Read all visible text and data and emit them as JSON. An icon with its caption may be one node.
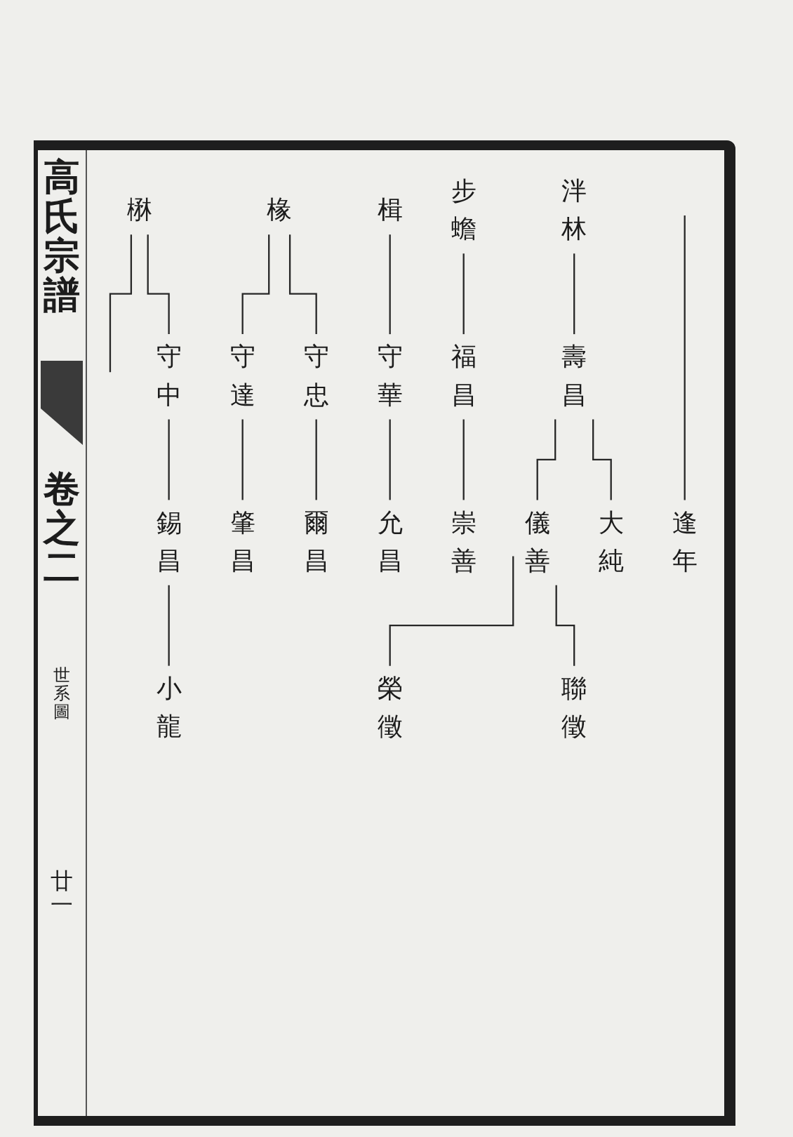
{
  "diagram": {
    "title": "高氏宗譜",
    "nodes": [
      {
        "text": [
          "泮林"
        ]
      },
      {
        "text": [
          "步蟾"
        ]
      },
      {
        "text": [
          "楫"
        ]
      },
      {
        "text": [
          "椽"
        ]
      },
      {
        "text": [
          "楙"
        ]
      },
      {
        "text": [
          "壽昌"
        ]
      },
      {
        "text": [
          "福昌"
        ]
      },
      {
        "text": [
          "守華"
        ]
      },
      {
        "text": [
          "守忠"
        ]
      },
      {
        "text": [
          "守達"
        ]
      },
      {
        "text": [
          "守中"
        ]
      },
      {
        "text": [
          "逢年"
        ]
      },
      {
        "text": [
          "大純"
        ]
      },
      {
        "text": [
          "儀善"
        ]
      },
      {
        "text": [
          "崇善"
        ]
      },
      {
        "text": [
          "允昌"
        ]
      },
      {
        "text": [
          "爾昌"
        ]
      },
      {
        "text": [
          "肇昌"
        ]
      },
      {
        "text": [
          "錫昌"
        ]
      },
      {
        "text": [
          "聯徵"
        ]
      },
      {
        "text": [
          "榮徵"
        ]
      },
      {
        "text": [
          "小龍"
        ]
      }
    ],
    "edges": [
      {
        "from": 0,
        "to": 5,
        "arrow": "none"
      },
      {
        "from": 1,
        "to": 6,
        "arrow": "none"
      },
      {
        "from": 2,
        "to": 7,
        "arrow": "none"
      },
      {
        "from": 3,
        "to": 9,
        "arrow": "none"
      },
      {
        "from": 3,
        "to": 8,
        "arrow": "none"
      },
      {
        "from": 4,
        "to": null,
        "arrow": "none"
      },
      {
        "from": 4,
        "to": 10,
        "arrow": "none"
      },
      {
        "from": null,
        "to": 11,
        "arrow": "none"
      },
      {
        "from": 5,
        "to": 13,
        "arrow": "none"
      },
      {
        "from": 5,
        "to": 12,
        "arrow": "none"
      },
      {
        "from": 6,
        "to": 14,
        "arrow": "none"
      },
      {
        "from": 7,
        "to": 15,
        "arrow": "none"
      },
      {
        "from": 8,
        "to": 16,
        "arrow": "none"
      },
      {
        "from": 9,
        "to": 17,
        "arrow": "none"
      },
      {
        "from": 10,
        "to": 18,
        "arrow": "none"
      },
      {
        "from": 13,
        "to": 20,
        "arrow": "none"
      },
      {
        "from": 13,
        "to": 19,
        "arrow": "none"
      },
      {
        "from": 18,
        "to": 21,
        "arrow": "none"
      }
    ],
    "labels": [
      "卷之二",
      "世系圖",
      "廿一"
    ]
  }
}
